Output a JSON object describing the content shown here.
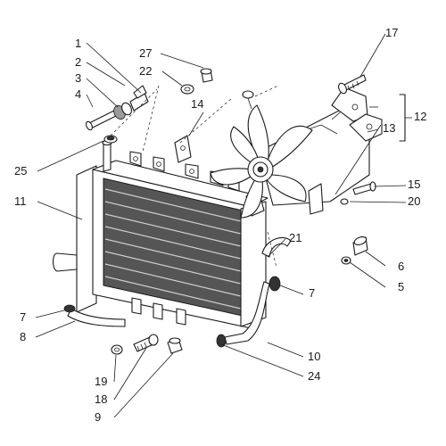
{
  "diagram": {
    "labels": [
      {
        "id": "1",
        "text": "1"
      },
      {
        "id": "2",
        "text": "2"
      },
      {
        "id": "3",
        "text": "3"
      },
      {
        "id": "4",
        "text": "4"
      },
      {
        "id": "27",
        "text": "27"
      },
      {
        "id": "22",
        "text": "22"
      },
      {
        "id": "17",
        "text": "17"
      },
      {
        "id": "14",
        "text": "14"
      },
      {
        "id": "12",
        "text": "12"
      },
      {
        "id": "13",
        "text": "13"
      },
      {
        "id": "25",
        "text": "25"
      },
      {
        "id": "11",
        "text": "11"
      },
      {
        "id": "15",
        "text": "15"
      },
      {
        "id": "20",
        "text": "20"
      },
      {
        "id": "21",
        "text": "21"
      },
      {
        "id": "6",
        "text": "6"
      },
      {
        "id": "5",
        "text": "5"
      },
      {
        "id": "7a",
        "text": "7"
      },
      {
        "id": "7b",
        "text": "7"
      },
      {
        "id": "8",
        "text": "8"
      },
      {
        "id": "10",
        "text": "10"
      },
      {
        "id": "24",
        "text": "24"
      },
      {
        "id": "19",
        "text": "19"
      },
      {
        "id": "18",
        "text": "18"
      },
      {
        "id": "9",
        "text": "9"
      }
    ]
  }
}
